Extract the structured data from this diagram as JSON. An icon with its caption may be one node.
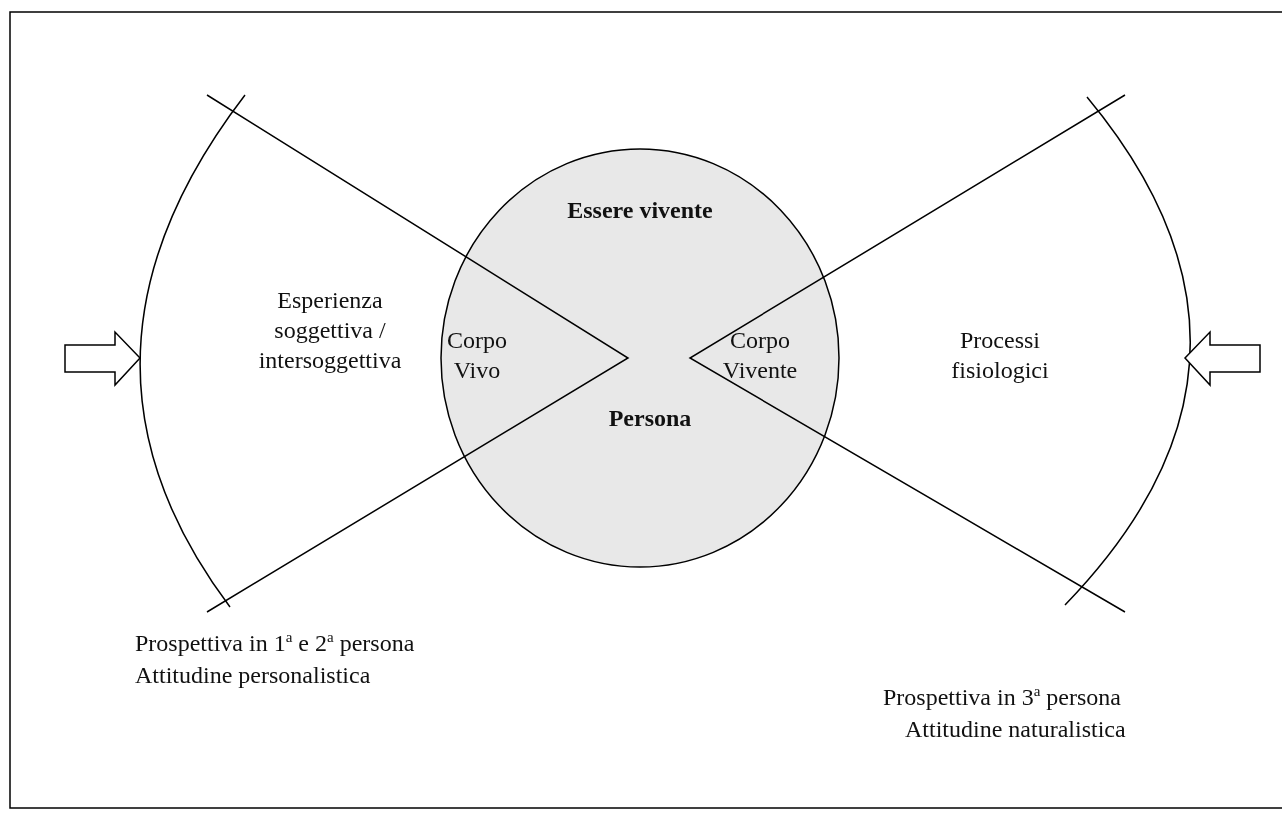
{
  "diagram": {
    "nodes": [
      {
        "text": [
          "Essere vivente",
          "Persona"
        ]
      },
      {
        "text": [
          "Esperienza soggettiva / intersoggettiva"
        ]
      },
      {
        "text": [
          "Processi fisiologici"
        ]
      }
    ],
    "edges": [
      {
        "from": null,
        "to": 1,
        "arrow": "to"
      },
      {
        "from": null,
        "to": 2,
        "arrow": "to"
      }
    ],
    "labels": [
      "Corpo Vivo",
      "Corpo Vivente",
      "Prospettiva in 1$^{a}$ e 2$^{a}$ persona",
      "Attitudine personalistica",
      "Prospettiva in 3$^{a}$ persona",
      "Attitudine naturalistica"
    ]
  }
}
